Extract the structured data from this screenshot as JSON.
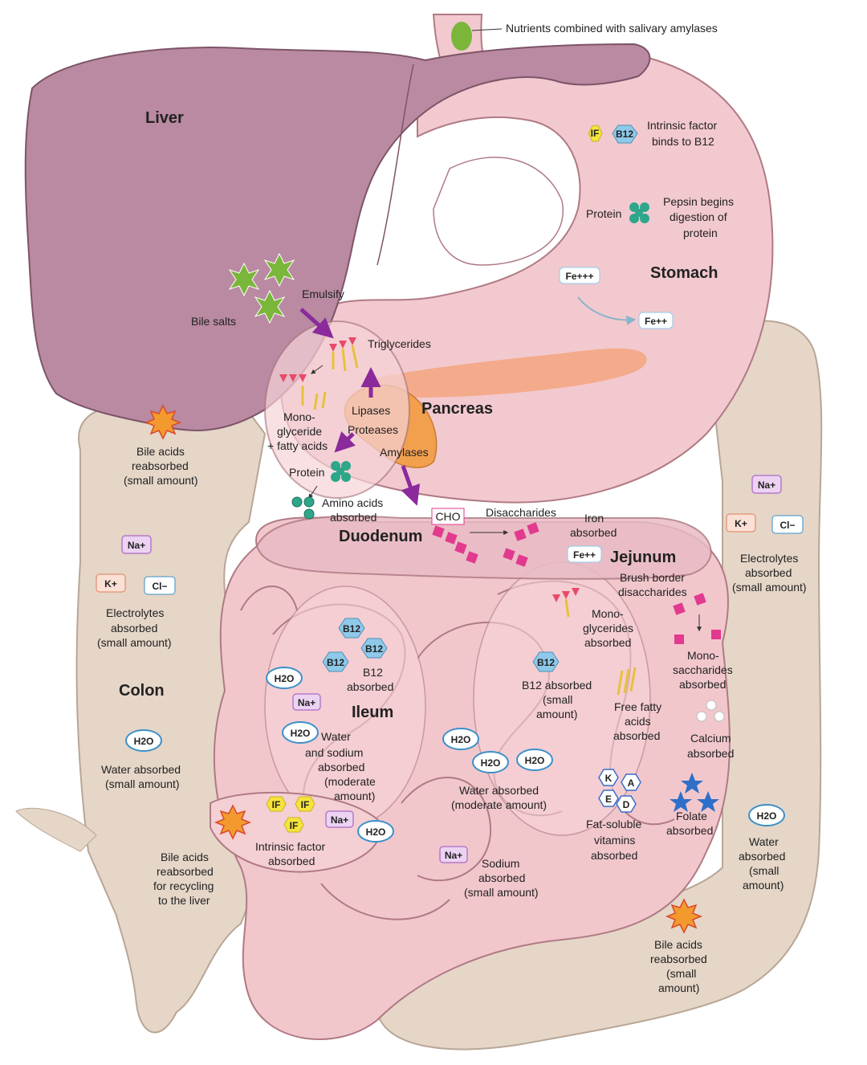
{
  "organs": {
    "liver": "Liver",
    "stomach": "Stomach",
    "pancreas": "Pancreas",
    "duodenum": "Duodenum",
    "jejunum": "Jejunum",
    "ileum": "Ileum",
    "colon": "Colon"
  },
  "esophagus": {
    "note": "Nutrients combined with salivary amylases"
  },
  "stomach": {
    "if_chip": "IF",
    "b12_chip": "B12",
    "intrinsic_1": "Intrinsic factor",
    "intrinsic_2": "binds to B12",
    "protein": "Protein",
    "pepsin_1": "Pepsin begins",
    "pepsin_2": "digestion of",
    "pepsin_3": "protein",
    "fe3": "Fe+++",
    "fe2": "Fe++"
  },
  "liver_panel": {
    "bile_salts": "Bile salts",
    "emulsify": "Emulsify",
    "triglycerides": "Triglycerides",
    "mono_1": "Mono-",
    "mono_2": "glyceride",
    "mono_3": "+ fatty acids"
  },
  "pancreas_enzymes": {
    "lipases": "Lipases",
    "proteases": "Proteases",
    "amylases": "Amylases"
  },
  "duodenum_panel": {
    "protein": "Protein",
    "amino_1": "Amino acids",
    "amino_2": "absorbed",
    "cho": "CHO",
    "disaccharides": "Disaccharides",
    "iron_1": "Iron",
    "iron_2": "absorbed",
    "fe2": "Fe++"
  },
  "jejunum_panel": {
    "brush_1": "Brush border",
    "brush_2": "disaccharides",
    "mono_1": "Mono-",
    "mono_2": "glycerides",
    "mono_3": "absorbed",
    "mono_sacc_1": "Mono-",
    "mono_sacc_2": "saccharides",
    "mono_sacc_3": "absorbed",
    "b12_chip": "B12",
    "b12_1": "B12 absorbed",
    "b12_2": "(small",
    "b12_3": "amount)",
    "ffa_1": "Free fatty",
    "ffa_2": "acids",
    "ffa_3": "absorbed",
    "calcium_1": "Calcium",
    "calcium_2": "absorbed",
    "vit_k": "K",
    "vit_a": "A",
    "vit_e": "E",
    "vit_d": "D",
    "fsv_1": "Fat-soluble",
    "fsv_2": "vitamins",
    "fsv_3": "absorbed",
    "folate_1": "Folate",
    "folate_2": "absorbed",
    "h2o": "H2O",
    "water_1": "Water absorbed",
    "water_2": "(moderate amount)",
    "na": "Na+",
    "sodium_1": "Sodium",
    "sodium_2": "absorbed",
    "sodium_3": "(small amount)"
  },
  "ileum_panel": {
    "b12_chip": "B12",
    "b12_1": "B12",
    "b12_2": "absorbed",
    "h2o": "H2O",
    "na": "Na+",
    "water_1": "Water",
    "water_2": "and sodium",
    "water_3": "absorbed",
    "water_4": "(moderate",
    "water_5": "amount)",
    "if_chip": "IF",
    "intrinsic_1": "Intrinsic factor",
    "intrinsic_2": "absorbed"
  },
  "colon_left": {
    "bile_1": "Bile acids",
    "bile_2": "reabsorbed",
    "bile_3": "(small amount)",
    "na": "Na+",
    "k": "K+",
    "cl": "Cl−",
    "elec_1": "Electrolytes",
    "elec_2": "absorbed",
    "elec_3": "(small amount)",
    "h2o": "H2O",
    "water_1": "Water absorbed",
    "water_2": "(small amount)",
    "recycle_1": "Bile acids",
    "recycle_2": "reabsorbed",
    "recycle_3": "for recycling",
    "recycle_4": "to the liver"
  },
  "colon_right": {
    "na": "Na+",
    "k": "K+",
    "cl": "Cl−",
    "elec_1": "Electrolytes",
    "elec_2": "absorbed",
    "elec_3": "(small amount)",
    "h2o": "H2O",
    "water_1": "Water",
    "water_2": "absorbed",
    "water_3": "(small",
    "water_4": "amount)",
    "bile_1": "Bile acids",
    "bile_2": "reabsorbed",
    "bile_3": "(small",
    "bile_4": "amount)"
  },
  "colors": {
    "liver": "#b98aa1",
    "stomach": "#f2c9cf",
    "intestine": "#f1c7cc",
    "colon": "#e5d6c8",
    "pancreas": "#f4a784",
    "arrow": "#8a2a9b",
    "chip_blue": "#8ec9ea",
    "chip_pink": "#ec7fb8",
    "chip_yellow": "#f6e43a",
    "saccharide": "#e23a8e",
    "bile_salt": "#7ab63a"
  }
}
